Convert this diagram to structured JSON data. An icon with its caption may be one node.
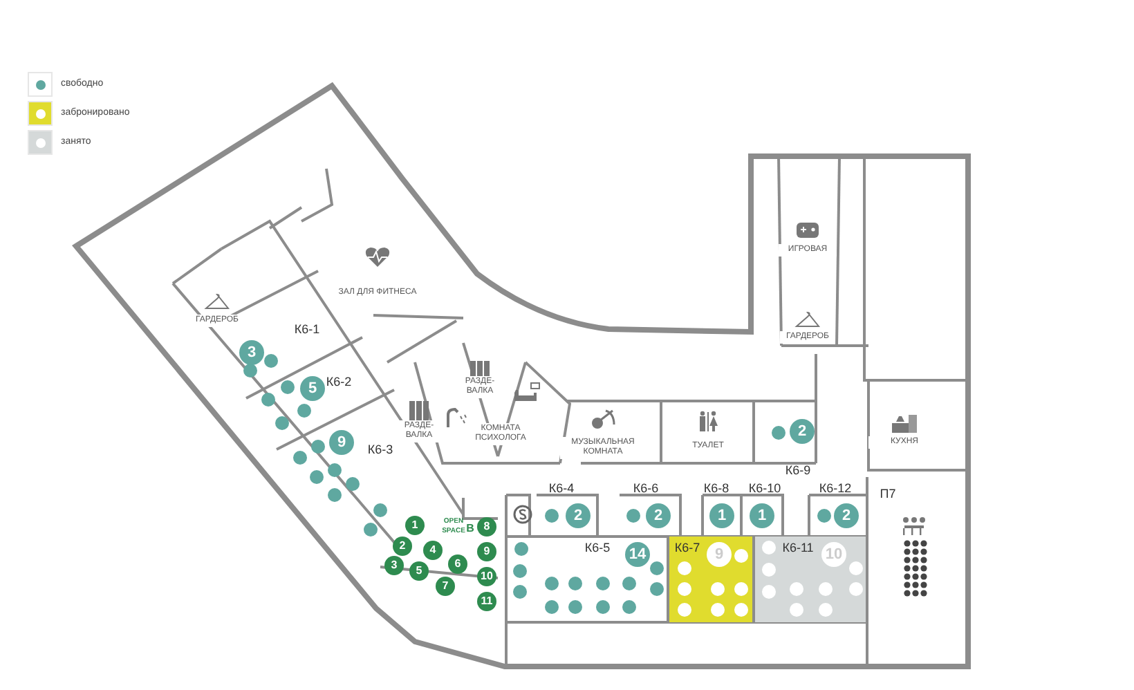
{
  "diagram": {
    "nodes": [
      {
        "text": [
          "ГАРДЕРОБ"
        ]
      },
      {
        "text": [
          "ЗАЛ ДЛЯ ФИТНЕСА"
        ]
      },
      {
        "text": [
          "К6-1",
          "3"
        ]
      },
      {
        "text": [
          "К6-2",
          "5"
        ]
      },
      {
        "text": [
          "К6-3",
          "9"
        ]
      },
      {
        "text": [
          "РАЗДЕ-ВАЛКА"
        ]
      },
      {
        "text": [
          "РАЗДЕ-ВАЛКА"
        ]
      },
      {
        "text": [
          "КОМНАТА ПСИХОЛОГА"
        ]
      },
      {
        "text": [
          "МУЗЫКАЛЬНАЯ КОМНАТА"
        ]
      },
      {
        "text": [
          "ТУАЛЕТ"
        ]
      },
      {
        "text": [
          "2",
          "К6-9"
        ]
      },
      {
        "text": [
          "ИГРОВАЯ"
        ]
      },
      {
        "text": [
          "ГАРДЕРОБ"
        ]
      },
      {
        "text": [
          "КУХНЯ"
        ]
      },
      {
        "text": [
          "OPEN SPACE",
          "B"
        ]
      },
      {
        "text": [
          "К6-4",
          "2"
        ]
      },
      {
        "text": [
          "К6-6",
          "2"
        ]
      },
      {
        "text": [
          "К6-5",
          "14"
        ]
      },
      {
        "text": [
          "К6-7",
          "9"
        ]
      },
      {
        "text": [
          "К6-8",
          "1"
        ]
      },
      {
        "text": [
          "К6-10",
          "1"
        ]
      },
      {
        "text": [
          "К6-12",
          "2"
        ]
      },
      {
        "text": [
          "К6-11",
          "10"
        ]
      },
      {
        "text": [
          "П7"
        ]
      }
    ],
    "labels": [
      "1",
      "2",
      "3",
      "4",
      "5",
      "6",
      "7",
      "8",
      "9",
      "10",
      "11"
    ],
    "legend": [
      {
        "text": "свободно",
        "color": "#5fa8a0"
      },
      {
        "text": "забронировано",
        "color": "#e0dc2e"
      },
      {
        "text": "занято",
        "color": "#d5d9d9"
      }
    ]
  }
}
